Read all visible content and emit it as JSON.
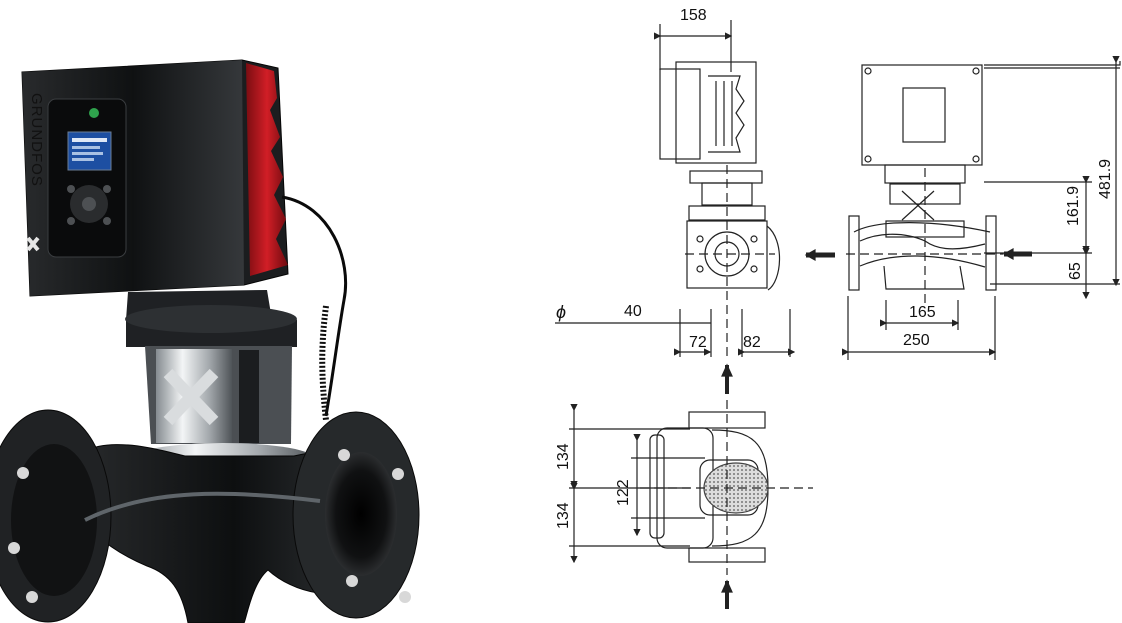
{
  "brand": {
    "logo_text": "GRUNDFOS"
  },
  "dimensions": {
    "top_width": "158",
    "diameter_symbol": "ϕ",
    "diameter_value": "40",
    "left_offset": "72",
    "right_offset": "82",
    "total_height": "481.9",
    "pump_height": "161.9",
    "bottom_height": "65",
    "port_spacing": "165",
    "overall_length": "250",
    "upper_half_width": "134",
    "lower_half_width": "134",
    "center_width": "122"
  },
  "colors": {
    "pump_body": "#1a1a1a",
    "accent_red": "#b3141b",
    "metal": "#bfc4c7",
    "line": "#222222"
  }
}
